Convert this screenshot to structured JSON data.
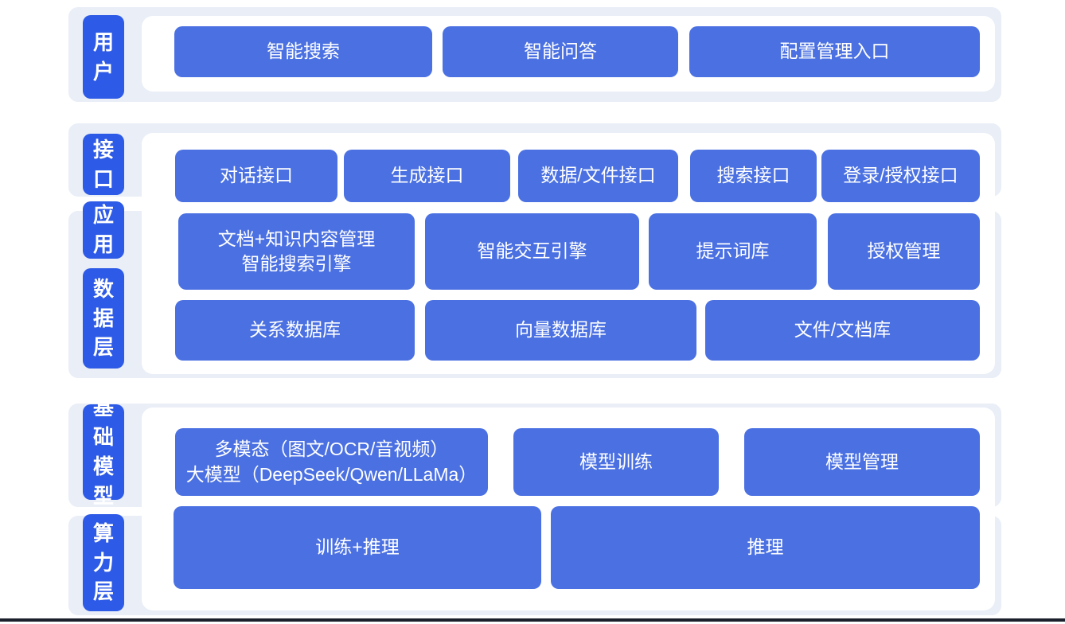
{
  "colors": {
    "label_blue": "#2d5ae6",
    "node_blue": "#4a70e2",
    "band_light_blue": "#e9eef7",
    "panel_white": "#ffffff",
    "text_white": "#ffffff",
    "bottom_edge_dark": "#1b1f2b"
  },
  "diagram": {
    "layers": [
      {
        "label": "用户",
        "buttons": [
          "智能搜索",
          "智能问答",
          "配置管理入口"
        ]
      },
      {
        "label": "接口",
        "buttons": [
          "对话接口",
          "生成接口",
          "数据/文件接口",
          "搜索接口",
          "登录/授权接口"
        ]
      },
      {
        "label": "应用",
        "buttons": [
          "文档+知识内容管理\n智能搜索引擎",
          "智能交互引擎",
          "提示词库",
          "授权管理"
        ]
      },
      {
        "label": "数据层",
        "buttons": [
          "关系数据库",
          "向量数据库",
          "文件/文档库"
        ]
      },
      {
        "label": "基础模型",
        "buttons": [
          "多模态（图文/OCR/音视频）\n大模型（DeepSeek/Qwen/LLaMa）",
          "模型训练",
          "模型管理"
        ]
      },
      {
        "label": "算力层",
        "buttons": [
          "训练+推理",
          "推理"
        ]
      }
    ]
  }
}
